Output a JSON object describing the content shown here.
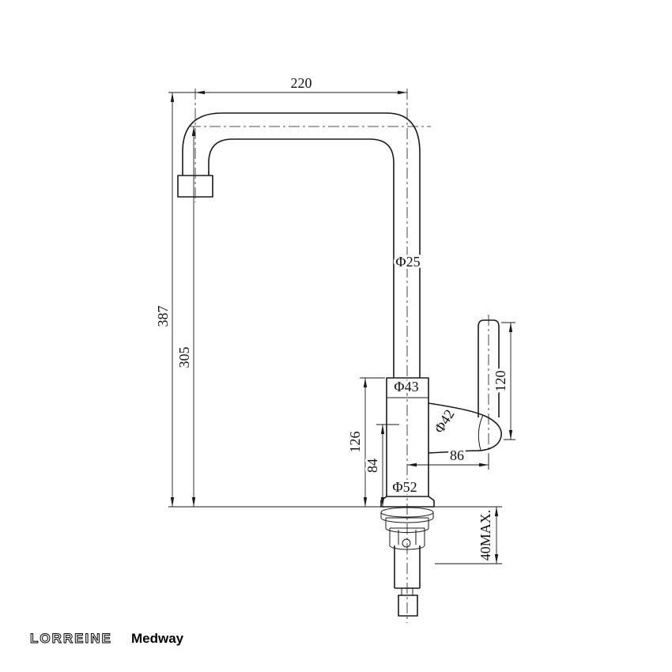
{
  "canvas": {
    "background": "#ffffff",
    "line_color": "#1a1a1a"
  },
  "dimensions": {
    "spout_reach": "220",
    "overall_height": "387",
    "spout_height": "305",
    "spout_tube_diameter": "Φ25",
    "body_diameter": "Φ43",
    "cartridge_housing_diameter": "Φ42",
    "handle_length": "120",
    "body_height": "126",
    "handle_axis_height": "84",
    "handle_offset": "86",
    "base_diameter": "Φ52",
    "max_deck_thickness": "40MAX."
  },
  "brand": {
    "logo_text": "LORREINE",
    "model_name": "Medway"
  }
}
